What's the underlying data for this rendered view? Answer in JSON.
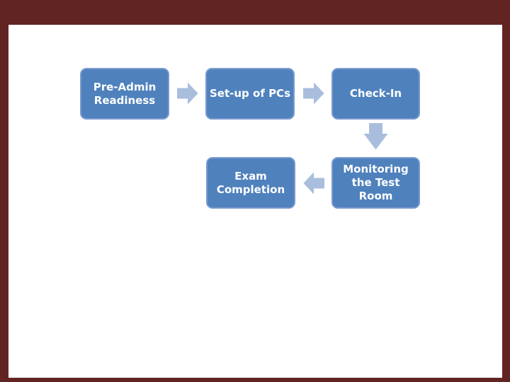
{
  "slide": {
    "background_color": "#ffffff",
    "frame_color": "#622423"
  },
  "colors": {
    "node_fill": "#4f81bd",
    "node_border": "#7b9bce",
    "node_text": "#ffffff",
    "arrow_fill": "#a9bedd"
  },
  "flowchart": {
    "type": "process-flow",
    "nodes": [
      {
        "id": "pre-admin-readiness",
        "label": "Pre-Admin\nReadiness"
      },
      {
        "id": "set-up-of-pcs",
        "label": "Set-up of PCs"
      },
      {
        "id": "check-in",
        "label": "Check-In"
      },
      {
        "id": "monitoring-the-test-room",
        "label": "Monitoring\nthe Test\nRoom"
      },
      {
        "id": "exam-completion",
        "label": "Exam\nCompletion"
      }
    ],
    "connectors": [
      {
        "from": "pre-admin-readiness",
        "to": "set-up-of-pcs",
        "direction": "right"
      },
      {
        "from": "set-up-of-pcs",
        "to": "check-in",
        "direction": "right"
      },
      {
        "from": "check-in",
        "to": "monitoring-the-test-room",
        "direction": "down"
      },
      {
        "from": "monitoring-the-test-room",
        "to": "exam-completion",
        "direction": "left"
      }
    ]
  }
}
